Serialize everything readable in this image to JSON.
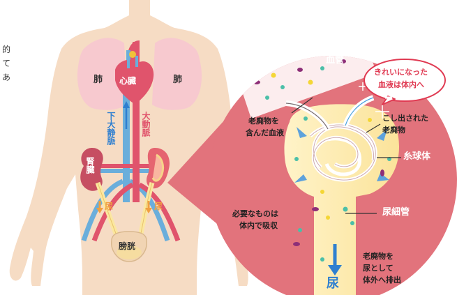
{
  "left_fragment": [
    "的",
    "て",
    "あ"
  ],
  "body": {
    "lung_left": "肺",
    "lung_right": "肺",
    "heart": "心臓",
    "vena_cava": "下大静脈",
    "aorta": "大動脈",
    "kidney": "腎臓",
    "urine_left": "尿",
    "urine_right": "尿",
    "bladder": "膀胱"
  },
  "zoom": {
    "blood_vessel": "血管",
    "clean_blood_line1": "きれいになった",
    "clean_blood_line2": "血液は体内へ",
    "waste_blood_line1": "老廃物を",
    "waste_blood_line2": "含んだ血液",
    "filtered_line1": "こし出された",
    "filtered_line2": "老廃物",
    "glomerulus": "糸球体",
    "tubule": "尿細管",
    "reabsorb_line1": "必要なものは",
    "reabsorb_line2": "体内で吸収",
    "excrete_line1": "老廃物を",
    "excrete_line2": "尿として",
    "excrete_line3": "体外へ排出",
    "urine": "尿"
  },
  "colors": {
    "skin": "#f6dcc4",
    "lung": "#f7c9cf",
    "artery": "#e0546c",
    "vein": "#6aaedb",
    "urine_tube": "#fbe7a0",
    "zoom_bg": "#e2737c",
    "glomerulus": "#ffffff",
    "urine_arrow": "#2e7fd0"
  }
}
